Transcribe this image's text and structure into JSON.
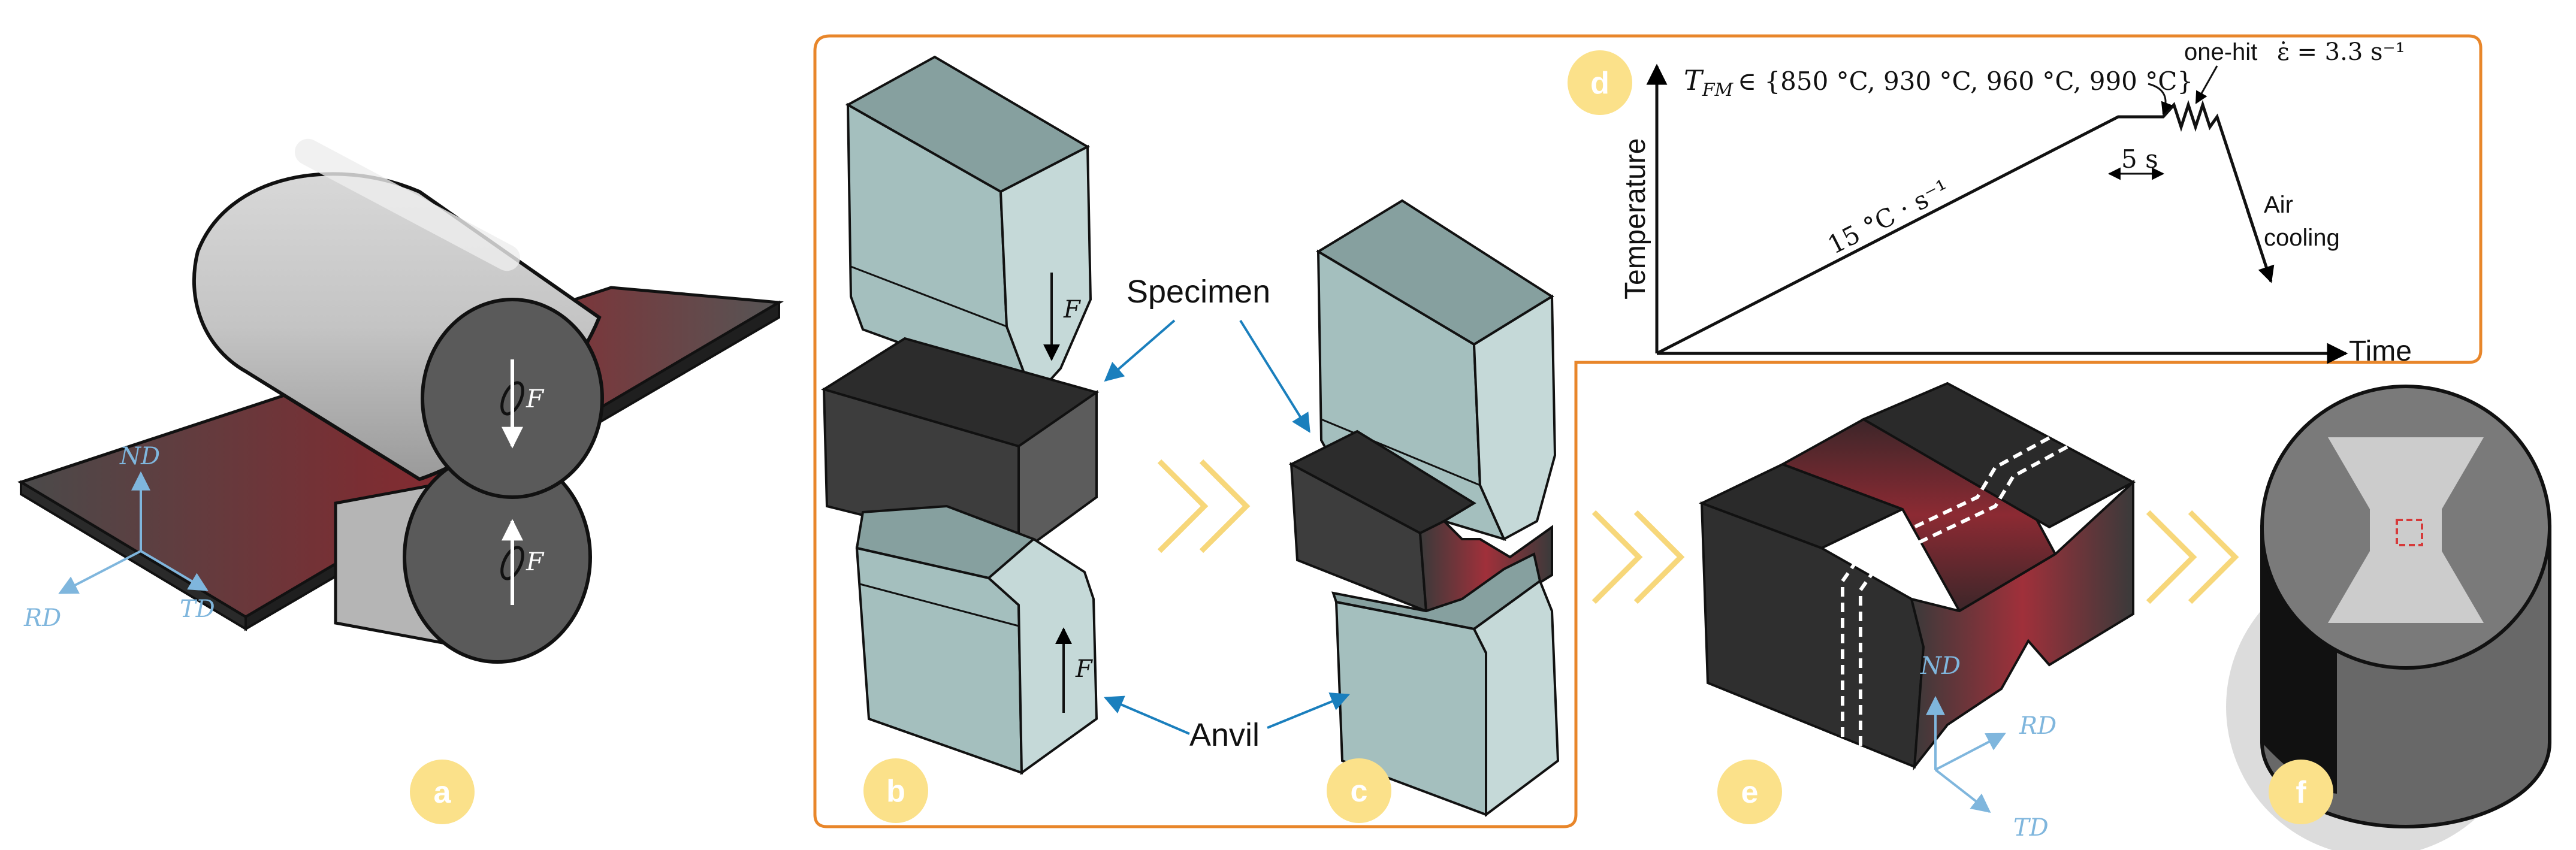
{
  "panels": {
    "a": {
      "badge": "a",
      "axes": {
        "nd": "ND",
        "rd": "RD",
        "td": "TD"
      },
      "force_top": "F",
      "force_bottom": "F"
    },
    "b": {
      "badge": "b",
      "force_top": "F",
      "force_bottom": "F"
    },
    "c": {
      "badge": "c"
    },
    "d": {
      "badge": "d",
      "y_label": "Temperature",
      "x_label": "Time",
      "temperatures": "T_FM ∈ {850 °C, 930 °C, 960 °C, 990 °C}",
      "temp_symbol": "T",
      "temp_sub": "FM",
      "temp_set": "∈ {850 °C, 930 °C, 960 °C, 990 °C}",
      "heating_rate": "15 °C · s⁻¹",
      "hold_time": "5 s",
      "hit_label": "one-hit",
      "strain_rate": "ε̇ = 3.3 s⁻¹",
      "cooling": [
        "Air",
        "cooling"
      ]
    },
    "e": {
      "badge": "e",
      "axes": {
        "nd": "ND",
        "rd": "RD",
        "td": "TD"
      }
    },
    "f": {
      "badge": "f"
    }
  },
  "labels": {
    "specimen": "Specimen",
    "anvil": "Anvil"
  },
  "colors": {
    "badge": "#fbe18a",
    "frame": "#e8862a",
    "anvil_front": "#a4bfbe",
    "anvil_top": "#86a09f",
    "anvil_side": "#c5d9d8",
    "steel_dark": "#3a3a3a",
    "axis_blue": "#7fb6dd",
    "arrow_blue": "#1a7fbd",
    "chevron": "#f7d77a",
    "hot": "#b0303a"
  }
}
